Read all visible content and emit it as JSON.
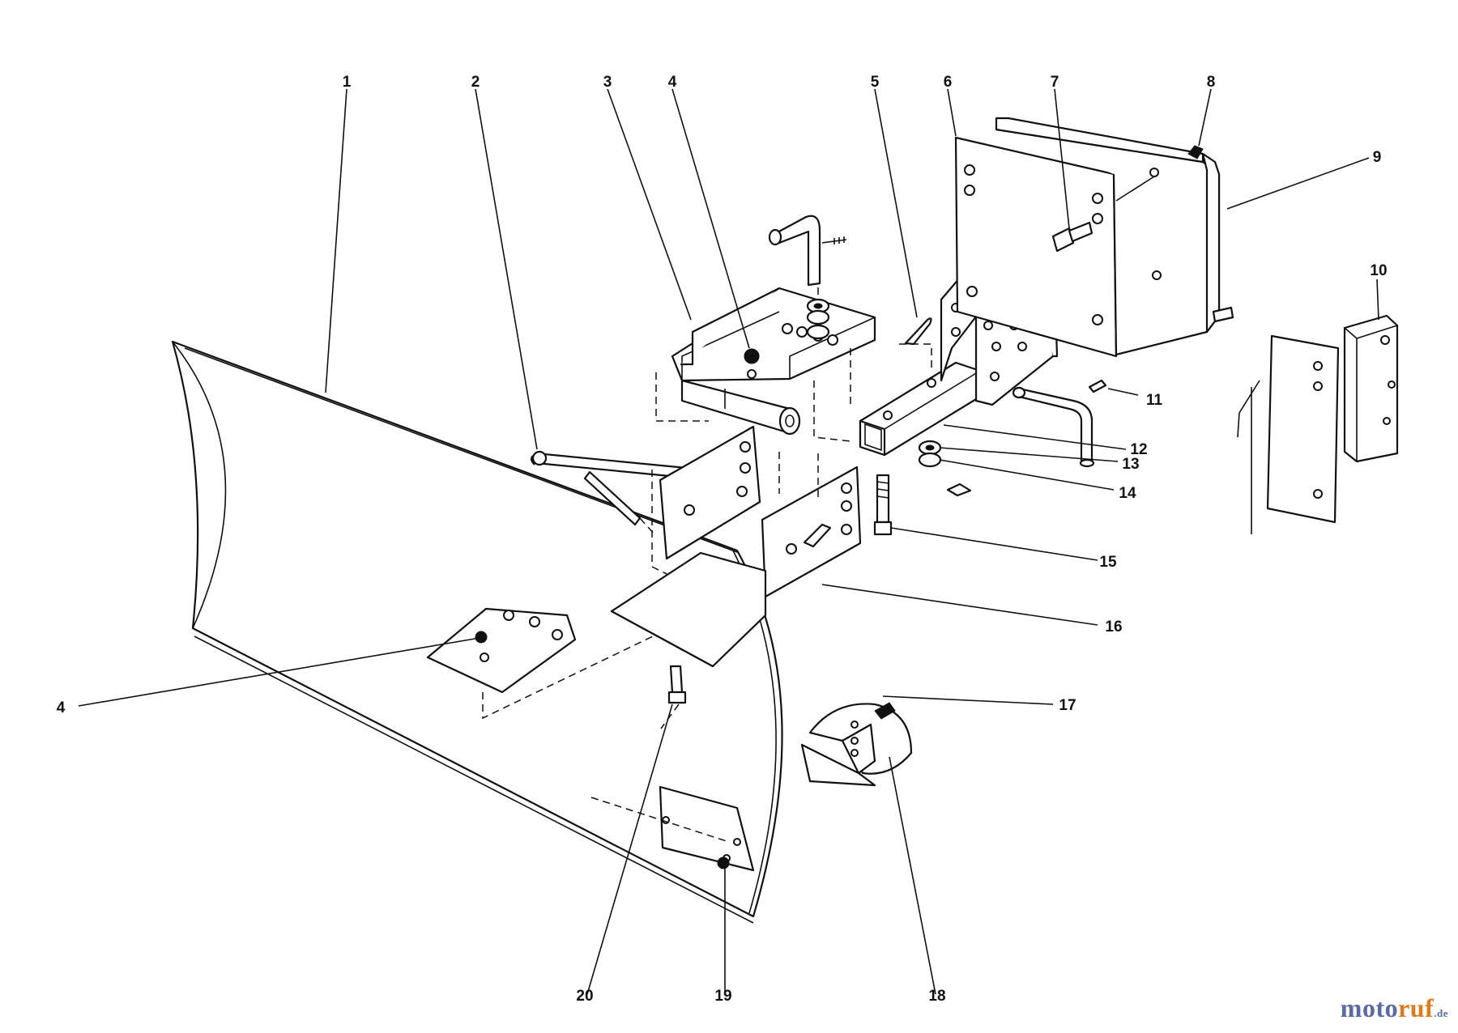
{
  "callouts": [
    {
      "id": "1",
      "text": "1"
    },
    {
      "id": "2",
      "text": "2"
    },
    {
      "id": "3",
      "text": "3"
    },
    {
      "id": "4a",
      "text": "4"
    },
    {
      "id": "5",
      "text": "5"
    },
    {
      "id": "6",
      "text": "6"
    },
    {
      "id": "7",
      "text": "7"
    },
    {
      "id": "8",
      "text": "8"
    },
    {
      "id": "9",
      "text": "9"
    },
    {
      "id": "10",
      "text": "10"
    },
    {
      "id": "11",
      "text": "11"
    },
    {
      "id": "12",
      "text": "12"
    },
    {
      "id": "13",
      "text": "13"
    },
    {
      "id": "14",
      "text": "14"
    },
    {
      "id": "15",
      "text": "15"
    },
    {
      "id": "16",
      "text": "16"
    },
    {
      "id": "4b",
      "text": "4"
    },
    {
      "id": "17",
      "text": "17"
    },
    {
      "id": "18",
      "text": "18"
    },
    {
      "id": "19",
      "text": "19"
    },
    {
      "id": "20",
      "text": "20"
    }
  ],
  "watermark": {
    "brand_part1": "moto",
    "brand_part2": "ruf",
    "tld": ".de",
    "colors": {
      "primary": "#5a6aa8",
      "accent": "#e07a1a"
    }
  }
}
